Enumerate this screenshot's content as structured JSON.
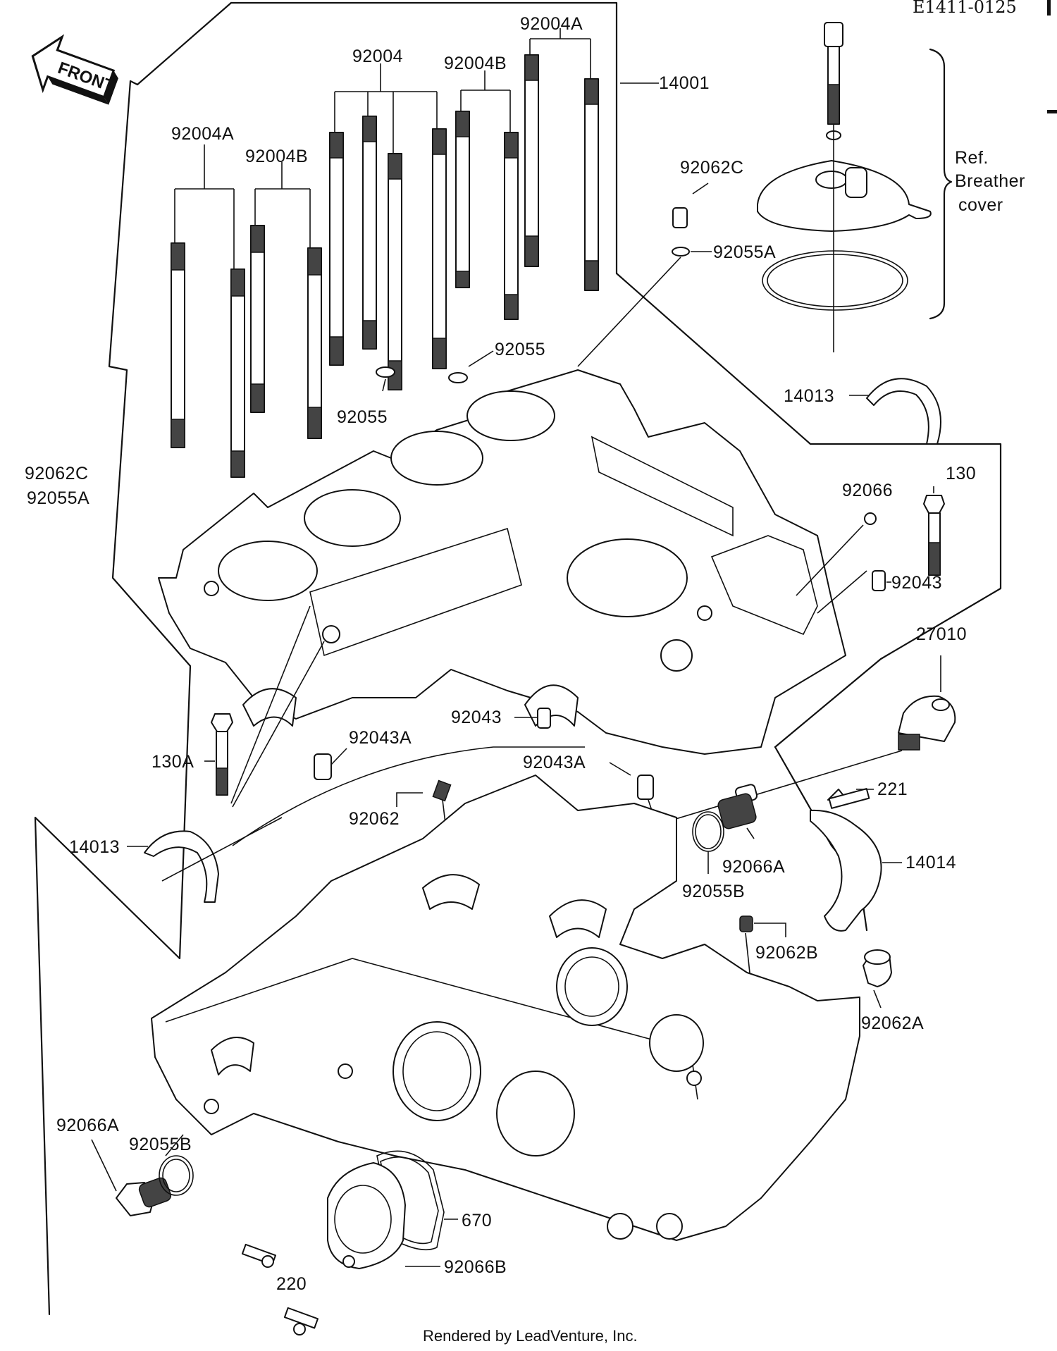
{
  "ref_code": "E1411-0125",
  "front_label": "FRONT",
  "credit": "Rendered by LeadVenture, Inc.",
  "breather_note": [
    "Ref.",
    "Breather",
    "cover"
  ],
  "callouts": {
    "p14001": "14001",
    "p92004": "92004",
    "p92004A_top": "92004A",
    "p92004B_top": "92004B",
    "p92004A_left": "92004A",
    "p92004B_left": "92004B",
    "p92062C_top": "92062C",
    "p92055A_top": "92055A",
    "p92055_right": "92055",
    "p92055_left": "92055",
    "p14013_top": "14013",
    "p92062C_left": "92062C",
    "p92055A_left": "92055A",
    "p92066": "92066",
    "p130": "130",
    "p92043_right": "92043",
    "p27010": "27010",
    "p92043_mid": "92043",
    "p92043A_left": "92043A",
    "p130A": "130A",
    "p92043A_mid": "92043A",
    "p92062": "92062",
    "p221": "221",
    "p14013_left": "14013",
    "p92066A_right": "92066A",
    "p14014": "14014",
    "p92055B_right": "92055B",
    "p92062B": "92062B",
    "p92062A": "92062A",
    "p92066A_left": "92066A",
    "p92055B_left": "92055B",
    "p670": "670",
    "p92066B": "92066B",
    "p220": "220"
  }
}
